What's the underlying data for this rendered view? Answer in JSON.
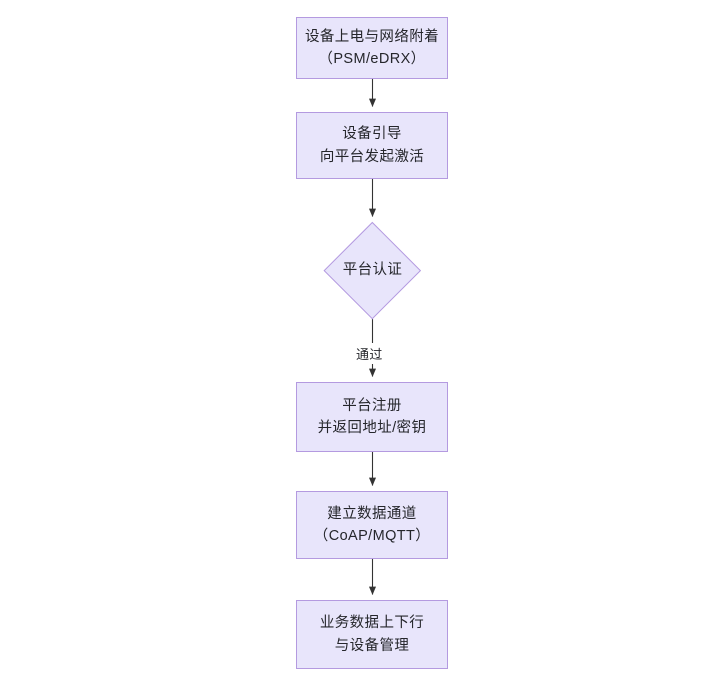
{
  "diagram": {
    "type": "flowchart",
    "orientation": "top-to-bottom",
    "background_color": "#ffffff",
    "node_fill_color": "#e8e5fb",
    "node_border_color": "#b49ae0",
    "text_color": "#25262b",
    "edge_color": "#333333",
    "nodes": [
      {
        "id": "n1",
        "shape": "rectangle",
        "line1": "设备上电与网络附着",
        "line2": "（PSM/eDRX）"
      },
      {
        "id": "n2",
        "shape": "rectangle",
        "line1": "设备引导",
        "line2": "向平台发起激活"
      },
      {
        "id": "n3",
        "shape": "diamond",
        "line1": "平台认证",
        "line2": ""
      },
      {
        "id": "n4",
        "shape": "rectangle",
        "line1": "平台注册",
        "line2": "并返回地址/密钥"
      },
      {
        "id": "n5",
        "shape": "rectangle",
        "line1": "建立数据通道",
        "line2": "（CoAP/MQTT）"
      },
      {
        "id": "n6",
        "shape": "rectangle",
        "line1": "业务数据上下行",
        "line2": "与设备管理"
      }
    ],
    "edges": [
      {
        "from": "n1",
        "to": "n2",
        "label": ""
      },
      {
        "from": "n2",
        "to": "n3",
        "label": ""
      },
      {
        "from": "n3",
        "to": "n4",
        "label": "通过"
      },
      {
        "from": "n4",
        "to": "n5",
        "label": ""
      },
      {
        "from": "n5",
        "to": "n6",
        "label": ""
      }
    ]
  }
}
